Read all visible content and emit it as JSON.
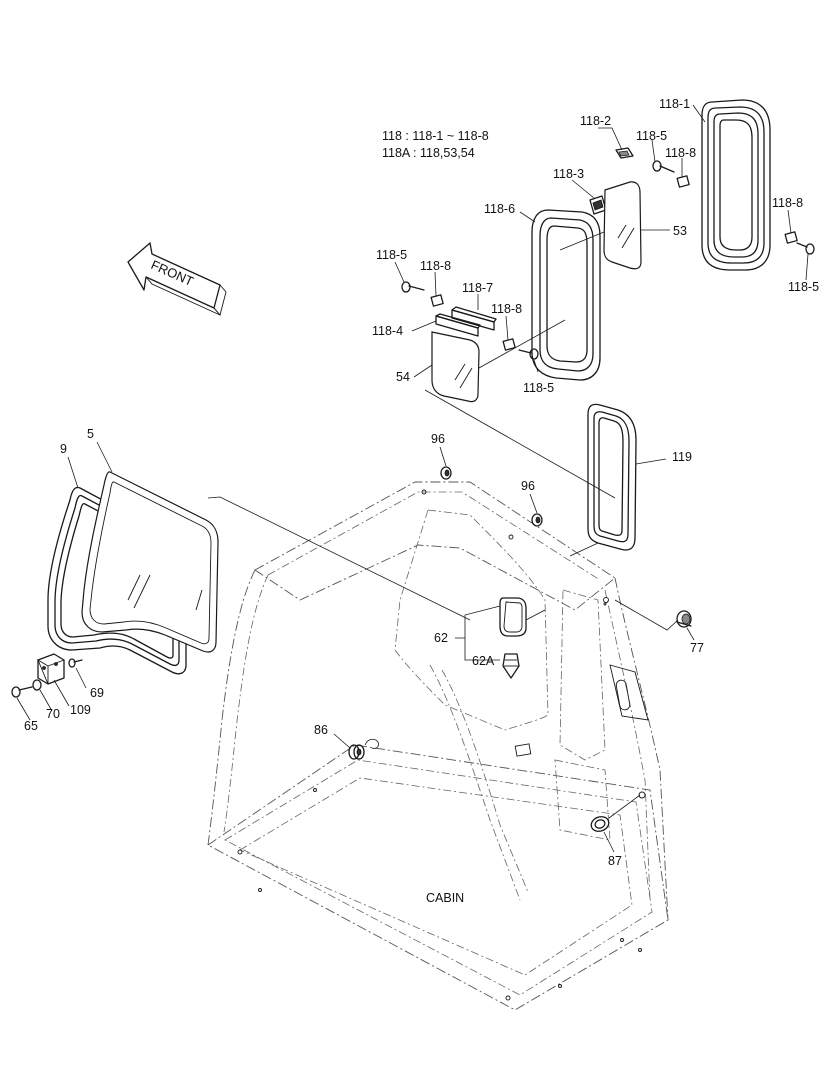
{
  "notes": {
    "line1": "118 : 118-1 ~ 118-8",
    "line2": "118A : 118,53,54"
  },
  "arrow": {
    "label": "FRONT"
  },
  "cabin_label": "CABIN",
  "callouts": {
    "c118_1": "118-1",
    "c118_2": "118-2",
    "c118_3": "118-3",
    "c118_4": "118-4",
    "c118_5_top": "118-5",
    "c118_5_left": "118-5",
    "c118_5_mid": "118-5",
    "c118_5_right": "118-5",
    "c118_6": "118-6",
    "c118_7": "118-7",
    "c118_8_top": "118-8",
    "c118_8_left": "118-8",
    "c118_8_mid": "118-8",
    "c118_8_right": "118-8",
    "c53": "53",
    "c54": "54",
    "c119": "119",
    "c96_a": "96",
    "c96_b": "96",
    "c9": "9",
    "c5": "5",
    "c62": "62",
    "c62A": "62A",
    "c77": "77",
    "c69": "69",
    "c65": "65",
    "c70": "70",
    "c109": "109",
    "c86": "86",
    "c87": "87"
  }
}
